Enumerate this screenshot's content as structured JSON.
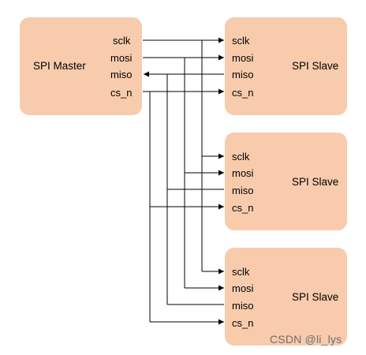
{
  "master": {
    "title": "SPI Master",
    "pins": {
      "sclk": "sclk",
      "mosi": "mosi",
      "miso": "miso",
      "cs_n": "cs_n"
    }
  },
  "slaves": [
    {
      "title": "SPI Slave",
      "pins": {
        "sclk": "sclk",
        "mosi": "mosi",
        "miso": "miso",
        "cs_n": "cs_n"
      }
    },
    {
      "title": "SPI Slave",
      "pins": {
        "sclk": "sclk",
        "mosi": "mosi",
        "miso": "miso",
        "cs_n": "cs_n"
      }
    },
    {
      "title": "SPI Slave",
      "pins": {
        "sclk": "sclk",
        "mosi": "mosi",
        "miso": "miso",
        "cs_n": "cs_n"
      }
    }
  ],
  "watermark": "CSDN @li_lys",
  "colors": {
    "box_fill": "#f8cbad",
    "wire": "#000000",
    "watermark": "#6e6e6e"
  }
}
